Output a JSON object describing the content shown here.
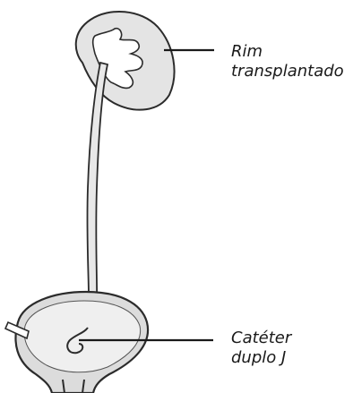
{
  "labels": {
    "kidney": [
      "Rim",
      "transplantado"
    ],
    "catheter": [
      "Catéter",
      "duplo J"
    ]
  },
  "colors": {
    "outline": "#2b2b2b",
    "fill": "#e6e6e6",
    "fill_light": "#f3f3f3",
    "ink": "#1a1a1a"
  }
}
